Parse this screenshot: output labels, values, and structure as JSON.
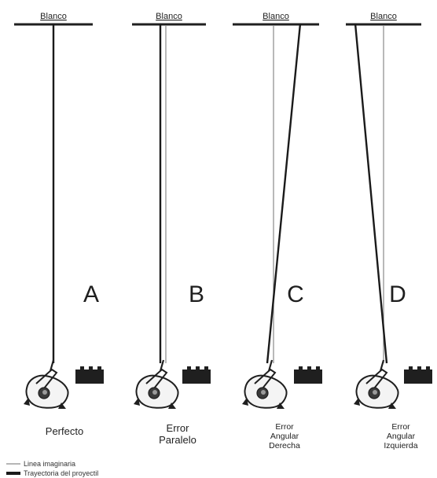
{
  "colors": {
    "background": "#ffffff",
    "ink": "#1f1f1f",
    "imaginary_line": "#8a8a8a",
    "trajectory": "#1a1a1a"
  },
  "panels": [
    {
      "target_label": "Blanco",
      "letter": "A",
      "caption": [
        "Perfecto"
      ],
      "icons": [
        "shooter-icon",
        "bullet-icon"
      ]
    },
    {
      "target_label": "Blanco",
      "letter": "B",
      "caption": [
        "Error",
        "Paralelo"
      ],
      "icons": [
        "shooter-icon",
        "bullet-icon"
      ]
    },
    {
      "target_label": "Blanco",
      "letter": "C",
      "caption": [
        "Error",
        "Angular",
        "Derecha"
      ],
      "icons": [
        "shooter-icon",
        "bullet-icon"
      ]
    },
    {
      "target_label": "Blanco",
      "letter": "D",
      "caption": [
        "Error",
        "Angular",
        "Izquierda"
      ],
      "icons": [
        "shooter-icon",
        "bullet-icon"
      ]
    }
  ],
  "legend": {
    "imaginary_line": "Linea imaginaria",
    "trajectory": "Trayectoria del proyectil"
  }
}
